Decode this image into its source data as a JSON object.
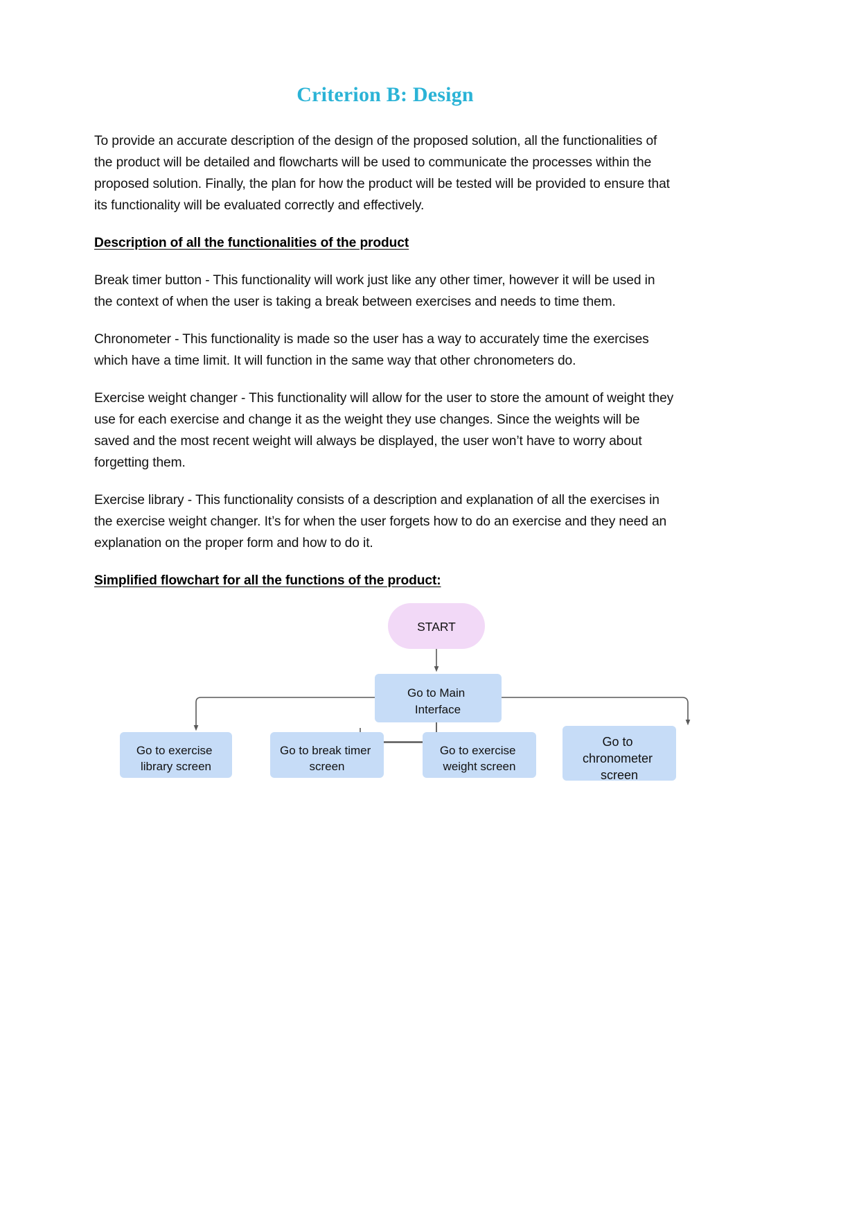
{
  "document": {
    "title": "Criterion B: Design",
    "title_color": "#2bb3d6",
    "paragraphs": [
      "To provide an accurate description of the design of the proposed solution, all the functionalities of the product will be detailed and flowcharts will be used to communicate the processes within the proposed solution. Finally, the plan for how the product will be tested will be provided to ensure that its functionality will be evaluated correctly and effectively."
    ],
    "heading_functionalities": "Description of all the functionalities of the product",
    "functionality_paragraphs": [
      "Break timer button - This functionality will work just like any other timer, however it will be used in the context of when the user is taking a break between exercises and needs to time them.",
      "Chronometer - This functionality is made so the user has a way to accurately time the exercises which have a time limit. It will function in the same way that other chronometers do.",
      "Exercise weight changer - This functionality will allow for the user to store the amount of weight they use for each exercise and change it as the weight they use changes. Since the weights will be saved and the most recent weight will always be displayed, the user won’t have to worry about forgetting them.",
      "Exercise library - This functionality consists of a description and explanation of all the exercises in  the exercise weight changer. It’s for when the user forgets how to do an exercise and they need an explanation on the proper form and how to do it."
    ],
    "heading_flowchart": "Simplified flowchart for all the functions of the product:"
  },
  "flowchart": {
    "colors": {
      "start_fill": "#f2d9f7",
      "process_fill": "#c6dcf7",
      "connector": "#595959"
    },
    "nodes": {
      "start": {
        "label": "START",
        "shape": "rounded-pill"
      },
      "main_interface": {
        "label_line1": "Go to Main",
        "label_line2": "Interface",
        "shape": "rounded-rect"
      },
      "exercise_library": {
        "label_line1": "Go to exercise",
        "label_line2": "library screen",
        "shape": "rounded-rect"
      },
      "break_timer": {
        "label_line1": "Go to break timer",
        "label_line2": "screen",
        "shape": "rounded-rect"
      },
      "exercise_weight": {
        "label_line1": "Go to exercise",
        "label_line2": "weight screen",
        "shape": "rounded-rect"
      },
      "chronometer": {
        "label_line1": "Go to",
        "label_line2": "chronometer",
        "label_line3": "screen",
        "shape": "rounded-rect"
      }
    }
  }
}
